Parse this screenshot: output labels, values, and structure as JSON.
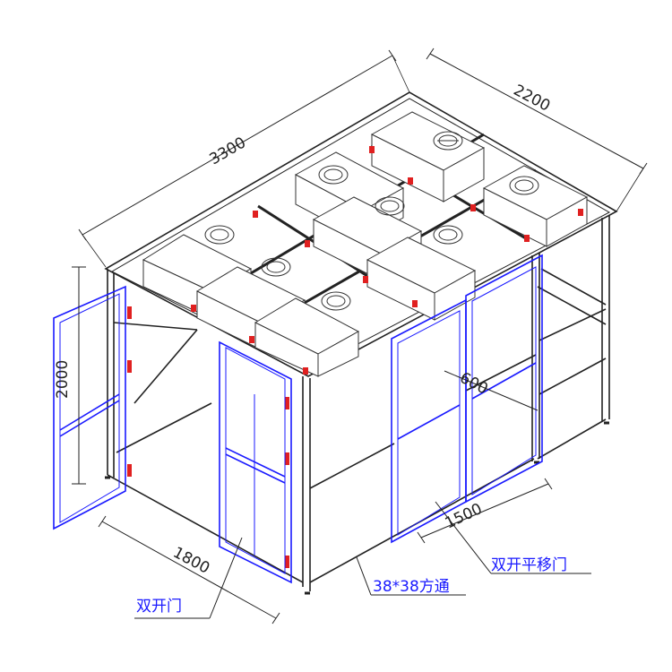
{
  "dimensions": {
    "length": "3300",
    "width": "2200",
    "height": "2000",
    "front_span": "1800",
    "slide_span": "1500",
    "ffu_spacing": "600"
  },
  "labels": {
    "double_door": "双开门",
    "double_sliding_door": "双开平移门",
    "square_tube": "38*38方通"
  },
  "colors": {
    "frame": "#222222",
    "door_frame": "#1a1aff",
    "connector": "#e02020",
    "label_text": "#1a1aff",
    "leader": "#222222"
  },
  "icons": [
    "fan-icon"
  ]
}
